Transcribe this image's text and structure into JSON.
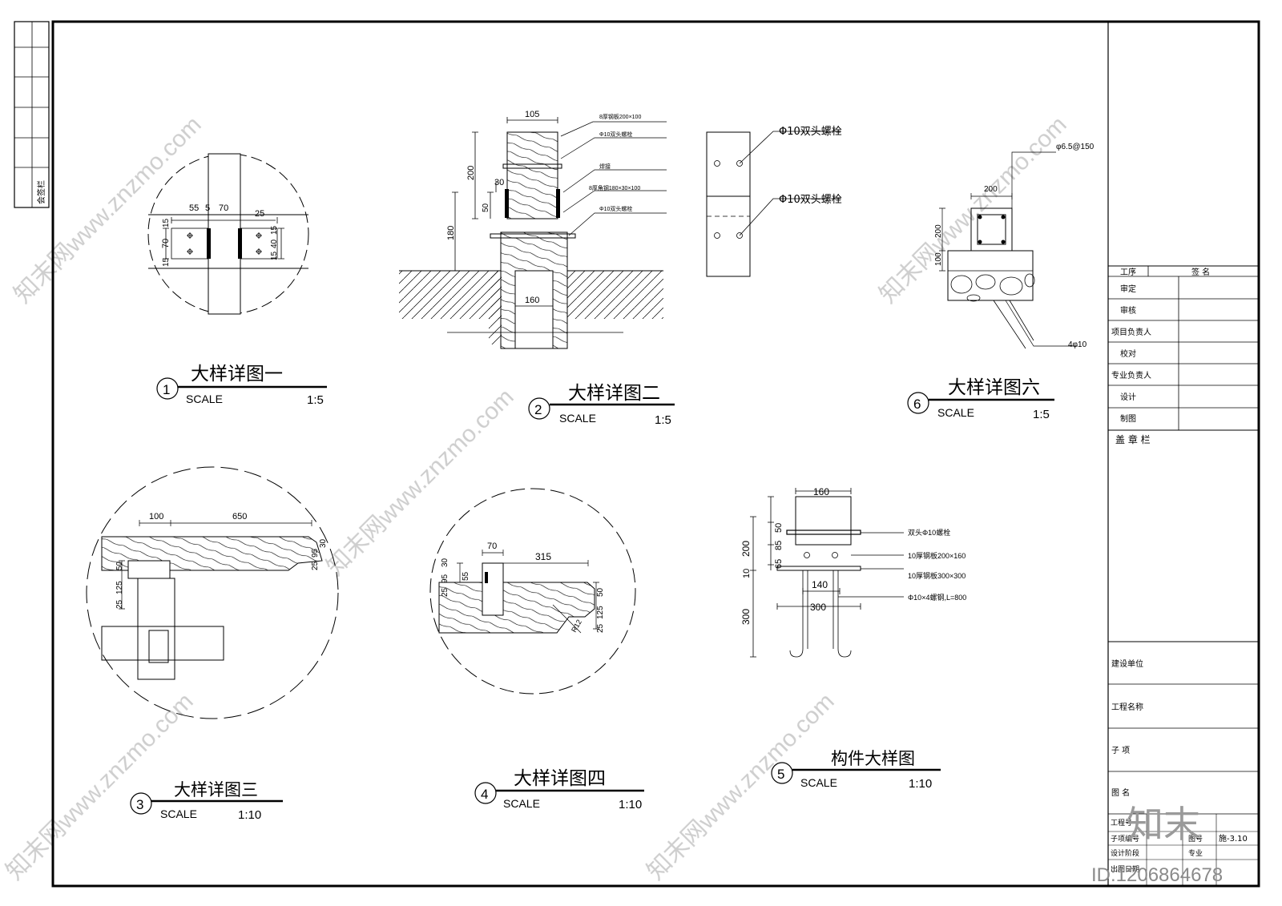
{
  "left_strip": {
    "label": "会签栏"
  },
  "title_block": {
    "header_col1": "工序",
    "header_col2": "签 名",
    "rows": [
      "审定",
      "审核",
      "项目负责人",
      "校对",
      "专业负责人",
      "设计",
      "制图"
    ],
    "stamp_label": "盖 章 栏",
    "construction_unit": "建设单位",
    "project_name": "工程名称",
    "sub_item": "子 项",
    "drawing_name": "图 名",
    "project_no": "工程号",
    "sub_no": "子项编号",
    "design_stage": "设计阶段",
    "date": "出图日期",
    "drawing_no_label": "图号",
    "drawing_no_value": "施-3.10",
    "discipline": "专业"
  },
  "details": {
    "d1": {
      "num": "1",
      "title": "大样详图一",
      "scale_label": "SCALE",
      "scale": "1:5",
      "dims": [
        "55",
        "5",
        "70",
        "25",
        "15",
        "70",
        "15",
        "15",
        "40",
        "15"
      ]
    },
    "d2": {
      "num": "2",
      "title": "大样详图二",
      "scale_label": "SCALE",
      "scale": "1:5",
      "dims": [
        "105",
        "200",
        "30",
        "50",
        "180",
        "160"
      ],
      "notes": [
        "8厚钢板200×100",
        "Φ10双头螺栓",
        "焊接",
        "8厚角钢180×30×100",
        "Φ10双头螺栓"
      ]
    },
    "d3": {
      "num": "3",
      "title": "大样详图三",
      "scale_label": "SCALE",
      "scale": "1:10",
      "dims": [
        "100",
        "650",
        "25",
        "125",
        "50",
        "25",
        "95",
        "30"
      ]
    },
    "d4": {
      "num": "4",
      "title": "大样详图四",
      "scale_label": "SCALE",
      "scale": "1:10",
      "dims": [
        "70",
        "315",
        "25",
        "95",
        "30",
        "55",
        "50",
        "125",
        "25",
        "R12"
      ]
    },
    "d5": {
      "num": "5",
      "title": "构件大样图",
      "scale_label": "SCALE",
      "scale": "1:10",
      "dims": [
        "160",
        "200",
        "50",
        "85",
        "65",
        "10",
        "300",
        "140",
        "300"
      ],
      "notes": [
        "双头Φ10螺栓",
        "10厚钢板200×160",
        "10厚钢板300×300",
        "Φ10×4螺钢,L=800"
      ]
    },
    "d6": {
      "num": "6",
      "title": "大样详图六",
      "scale_label": "SCALE",
      "scale": "1:5",
      "dims": [
        "200",
        "200",
        "100"
      ],
      "notes": [
        "φ6.5@150",
        "4φ10"
      ]
    },
    "bolt_plate": {
      "notes": [
        "Φ10双头螺栓",
        "Φ10双头螺栓"
      ]
    }
  },
  "watermark": {
    "brand": "知末",
    "site": "知末网www.znzmo.com",
    "id": "ID:1206864678"
  }
}
